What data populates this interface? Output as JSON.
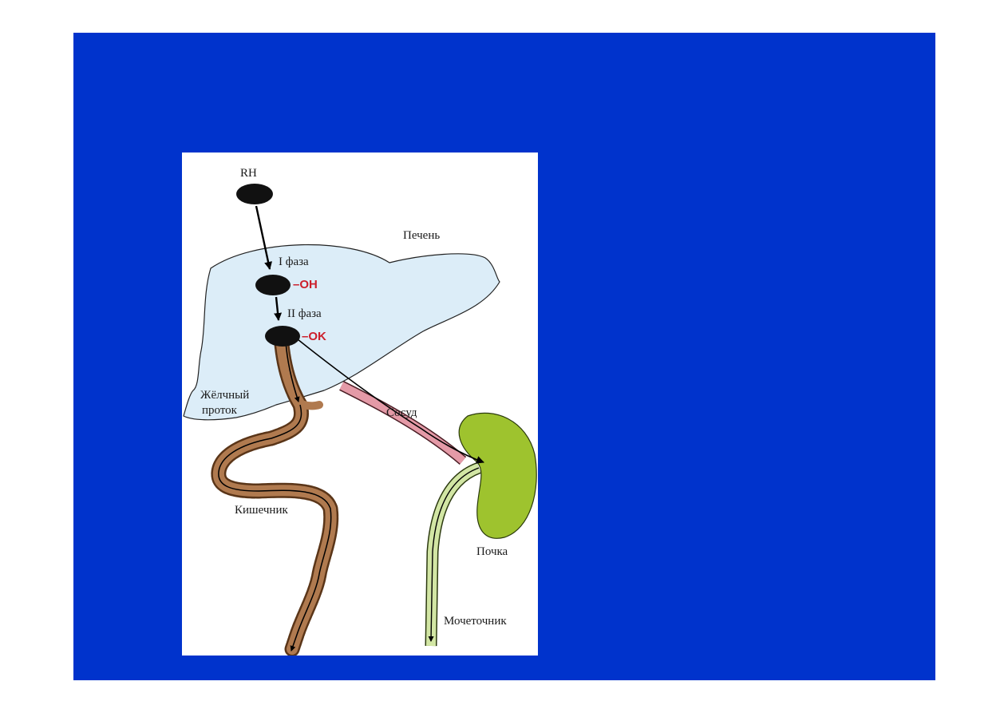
{
  "diagram": {
    "labels": {
      "molecule": "RH",
      "liver": "Печень",
      "phase1": "I фаза",
      "group1": "–OH",
      "phase2": "II фаза",
      "group2": "–OK",
      "bile_duct_line1": "Жёлчный",
      "bile_duct_line2": "проток",
      "vessel": "Сосуд",
      "intestine": "Кишечник",
      "kidney": "Почка",
      "ureter": "Мочеточник"
    },
    "colors": {
      "background": "#0033cc",
      "liver": "#dcedf8",
      "intestine": "#b07a4f",
      "vessel": "#e49aa7",
      "kidney": "#9ec32e",
      "ureter": "#d2e6a4",
      "highlight": "#cc1f2b"
    }
  }
}
